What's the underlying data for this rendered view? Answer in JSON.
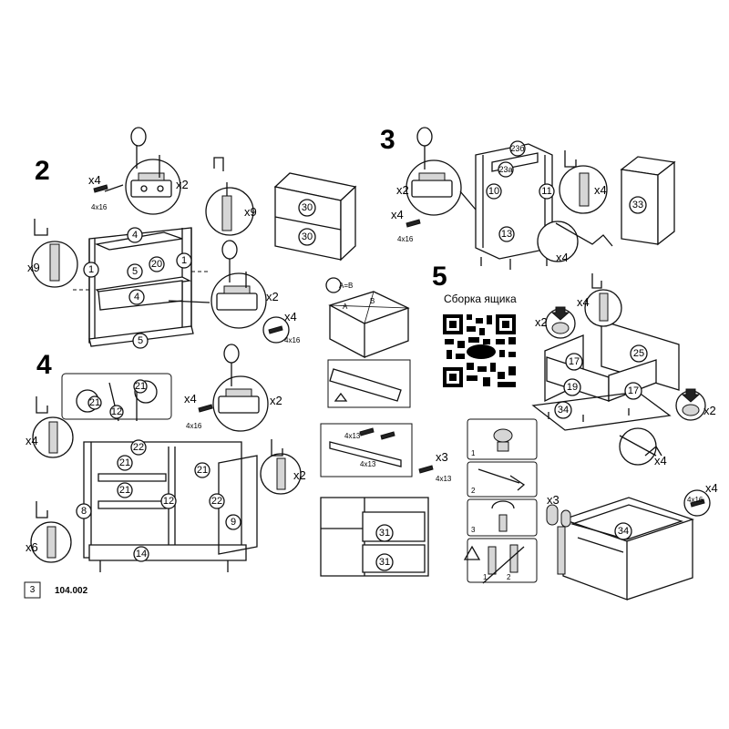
{
  "steps": {
    "s2": "2",
    "s3": "3",
    "s4": "4",
    "s5": "5"
  },
  "drawer_title": "Сборка ящика",
  "page_number": "3",
  "doc_code": "104.002",
  "quantities": {
    "s2_x4": "x4",
    "s2_x2": "x2",
    "s2_x9_right": "x9",
    "s2_x9_left": "x9",
    "s2_x2_mid": "x2",
    "s2_x4_mid": "x4",
    "s3_x2": "x2",
    "s3_x4_left": "x4",
    "s3_x4_right": "x4",
    "s3_x4_bottom": "x4",
    "s4_x4_left": "x4",
    "s4_x4_top": "x4",
    "s4_x2_top": "x2",
    "s4_x2_right": "x2",
    "s4_x6": "x6",
    "s4_x3": "x3",
    "s5_x4_top": "x4",
    "s5_x2_left": "x2",
    "s5_x2_right": "x2",
    "s5_x4_mid": "x4",
    "s5_x3": "x3",
    "s5_x4_bottom": "x4"
  },
  "screw_sizes": {
    "s2_a": "4x16",
    "s2_b": "4x16",
    "s3_a": "4x16",
    "s4_a": "4x16",
    "rail_a": "4x13",
    "rail_b": "4x13",
    "rail_c": "4x13",
    "s5_a": "4x16"
  },
  "measure_label": "A=B",
  "measure_a": "A",
  "measure_b": "B",
  "substeps": [
    "1",
    "2",
    "3",
    "1",
    "2"
  ],
  "parts": {
    "p4a": "4",
    "p5a": "5",
    "p20": "20",
    "p1a": "1",
    "p1b": "1",
    "p4b": "4",
    "p5b": "5",
    "p30a": "30",
    "p30b": "30",
    "p23b": "23б",
    "p23a": "23а",
    "p10": "10",
    "p11": "11",
    "p13": "13",
    "p33": "33",
    "p22a": "22",
    "p21a": "21",
    "p21b": "21",
    "p21c": "21",
    "p21d": "21",
    "p21e": "21",
    "p12a": "12",
    "p12b": "12",
    "p22b": "22",
    "p8": "8",
    "p9": "9",
    "p14": "14",
    "p31a": "31",
    "p31b": "31",
    "p25": "25",
    "p17a": "17",
    "p17b": "17",
    "p19": "19",
    "p34a": "34",
    "p34b": "34"
  }
}
